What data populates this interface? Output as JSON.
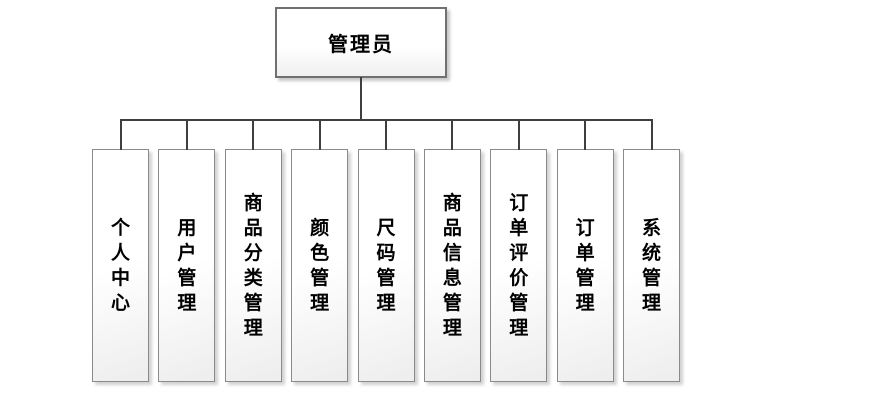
{
  "chart": {
    "type": "hierarchy-diagram",
    "root": {
      "label": "管理员"
    },
    "children": [
      {
        "label": "个人中心"
      },
      {
        "label": "用户管理"
      },
      {
        "label": "商品分类管理"
      },
      {
        "label": "颜色管理"
      },
      {
        "label": "尺码管理"
      },
      {
        "label": "商品信息管理"
      },
      {
        "label": "订单评价管理"
      },
      {
        "label": "订单管理"
      },
      {
        "label": "系统管理"
      }
    ],
    "colors": {
      "background": "#ffffff",
      "connector_line": "#3f3f3f",
      "root_border": "#707070",
      "child_border": "#8a8a8a",
      "box_fill_top": "#ffffff",
      "box_fill_bottom": "#ededed",
      "shadow": "#c9c9c9",
      "text": "#000000"
    }
  }
}
